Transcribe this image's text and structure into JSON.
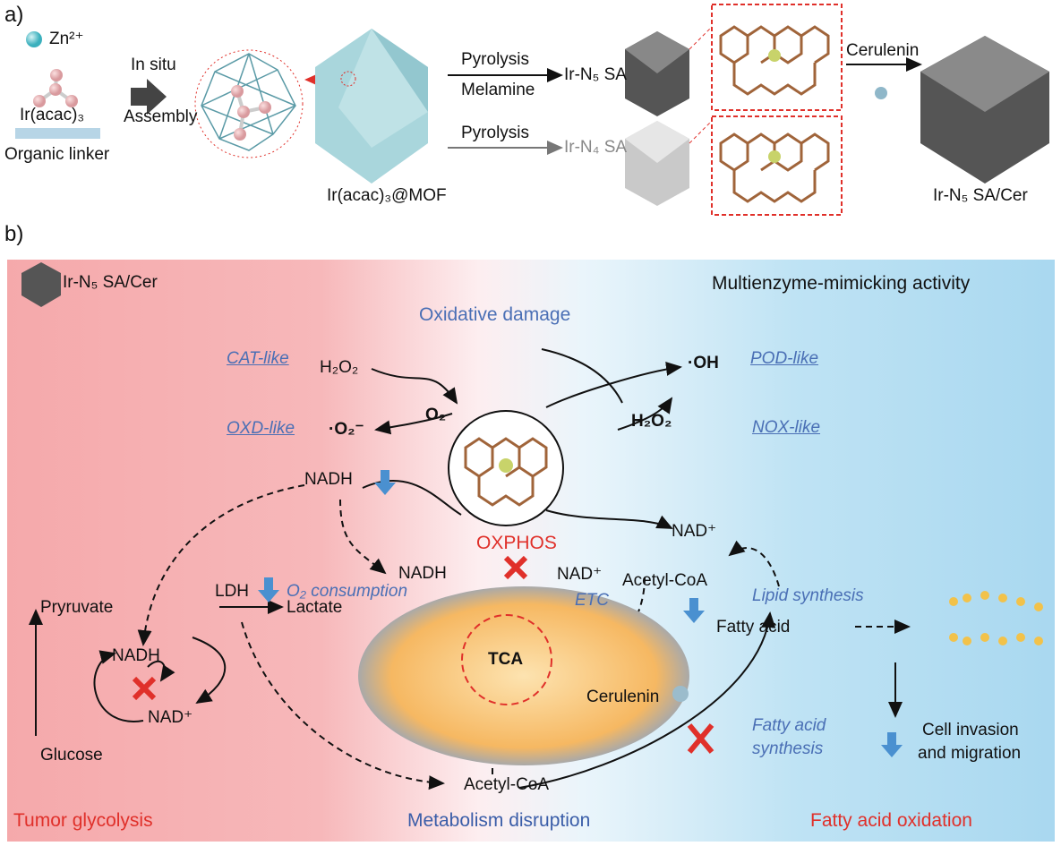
{
  "panel_a": {
    "label": "a)",
    "zn_label": "Zn²⁺",
    "iracac_label": "Ir(acac)₃",
    "linker_label": "Organic linker",
    "in_situ": "In situ",
    "assembly": "Assembly",
    "mof_label": "Ir(acac)₃@MOF",
    "pyrolysis_top": "Pyrolysis",
    "melamine": "Melamine",
    "ir_n5_sa": "Ir-N₅ SA",
    "pyrolysis_bottom": "Pyrolysis",
    "ir_n4_sa": "Ir-N₄ SA",
    "cerulenin": "Cerulenin",
    "product_label": "Ir-N₅ SA/Cer"
  },
  "panel_b": {
    "label": "b)",
    "legend_label": "Ir-N₅ SA/Cer",
    "title": "Multienzyme-mimicking activity",
    "oxidative_damage": "Oxidative damage",
    "cat_like": "CAT-like",
    "oxd_like": "OXD-like",
    "pod_like": "POD-like",
    "nox_like": "NOX-like",
    "h2o2_left": "H₂O₂",
    "superoxide": "·O₂⁻",
    "o2_center": "O₂",
    "h2o2_right": "H₂O₂",
    "oh_radical": "·OH",
    "nadh_top": "NADH",
    "nad_top": "NAD⁺",
    "oxphos": "OXPHOS",
    "nadh_mid": "NADH",
    "nad_mid": "NAD⁺",
    "etc": "ETC",
    "o2_consumption": "O₂ consumption",
    "acetyl_coa_top": "Acetyl-CoA",
    "lipid_synthesis": "Lipid synthesis",
    "fatty_acid": "Fatty acid",
    "pyruvate": "Pryruvate",
    "ldh": "LDH",
    "lactate": "Lactate",
    "nadh_cycle": "NADH",
    "nad_cycle": "NAD⁺",
    "glucose": "Glucose",
    "tca": "TCA",
    "cerulenin": "Cerulenin",
    "fatty_acid_synthesis_1": "Fatty acid",
    "fatty_acid_synthesis_2": "synthesis",
    "cell_invasion_1": "Cell invasion",
    "cell_invasion_2": "and migration",
    "acetyl_coa_bottom": "Acetyl-CoA",
    "tumor_glycolysis": "Tumor glycolysis",
    "metabolism_disruption": "Metabolism disruption",
    "fatty_acid_oxidation": "Fatty acid oxidation"
  },
  "colors": {
    "red": "#e0302a",
    "blue": "#4a6fb5",
    "arrow_blue": "#4a90d0",
    "mof": "#a9d6dc"
  }
}
